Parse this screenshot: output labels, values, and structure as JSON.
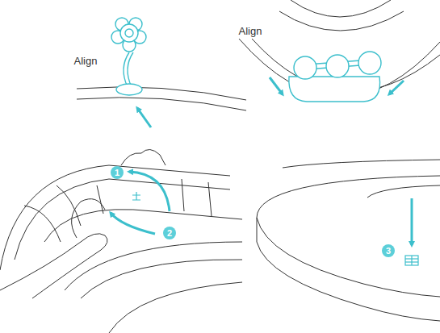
{
  "diagram": {
    "labels": [
      "Align",
      "Align",
      "1",
      "2",
      "3"
    ]
  }
}
